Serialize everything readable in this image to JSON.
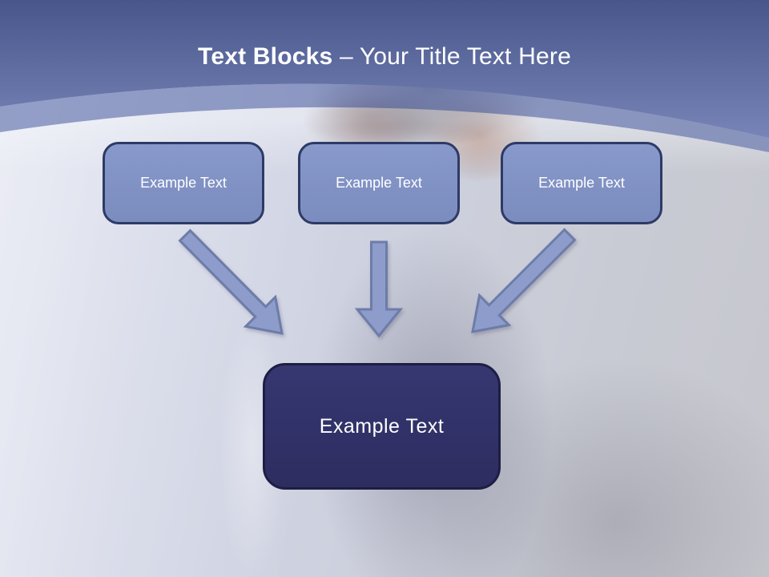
{
  "slide": {
    "title": {
      "bold": "Text Blocks",
      "regular": "– Your Title Text Here"
    }
  },
  "diagram": {
    "top_blocks": [
      {
        "label": "Example Text"
      },
      {
        "label": "Example Text"
      },
      {
        "label": "Example Text"
      }
    ],
    "center_block": {
      "label": "Example Text"
    },
    "arrows": [
      {
        "name": "down-right-arrow",
        "direction": "down-right"
      },
      {
        "name": "down-arrow",
        "direction": "down"
      },
      {
        "name": "down-left-arrow",
        "direction": "down-left"
      }
    ]
  },
  "colors": {
    "header_gradient_top": "#48568b",
    "header_gradient_bottom": "#7d89bc",
    "header_band_overlay": "#8b97c2",
    "block_fill": "#8394c6",
    "block_border": "#2e3a66",
    "center_block_fill": "#32326a",
    "center_block_border": "#1e1e44",
    "arrow_fill": "#8d9cca",
    "arrow_stroke": "#6d7ca8",
    "title_color": "#ffffff",
    "background": "#cfd3e0"
  }
}
